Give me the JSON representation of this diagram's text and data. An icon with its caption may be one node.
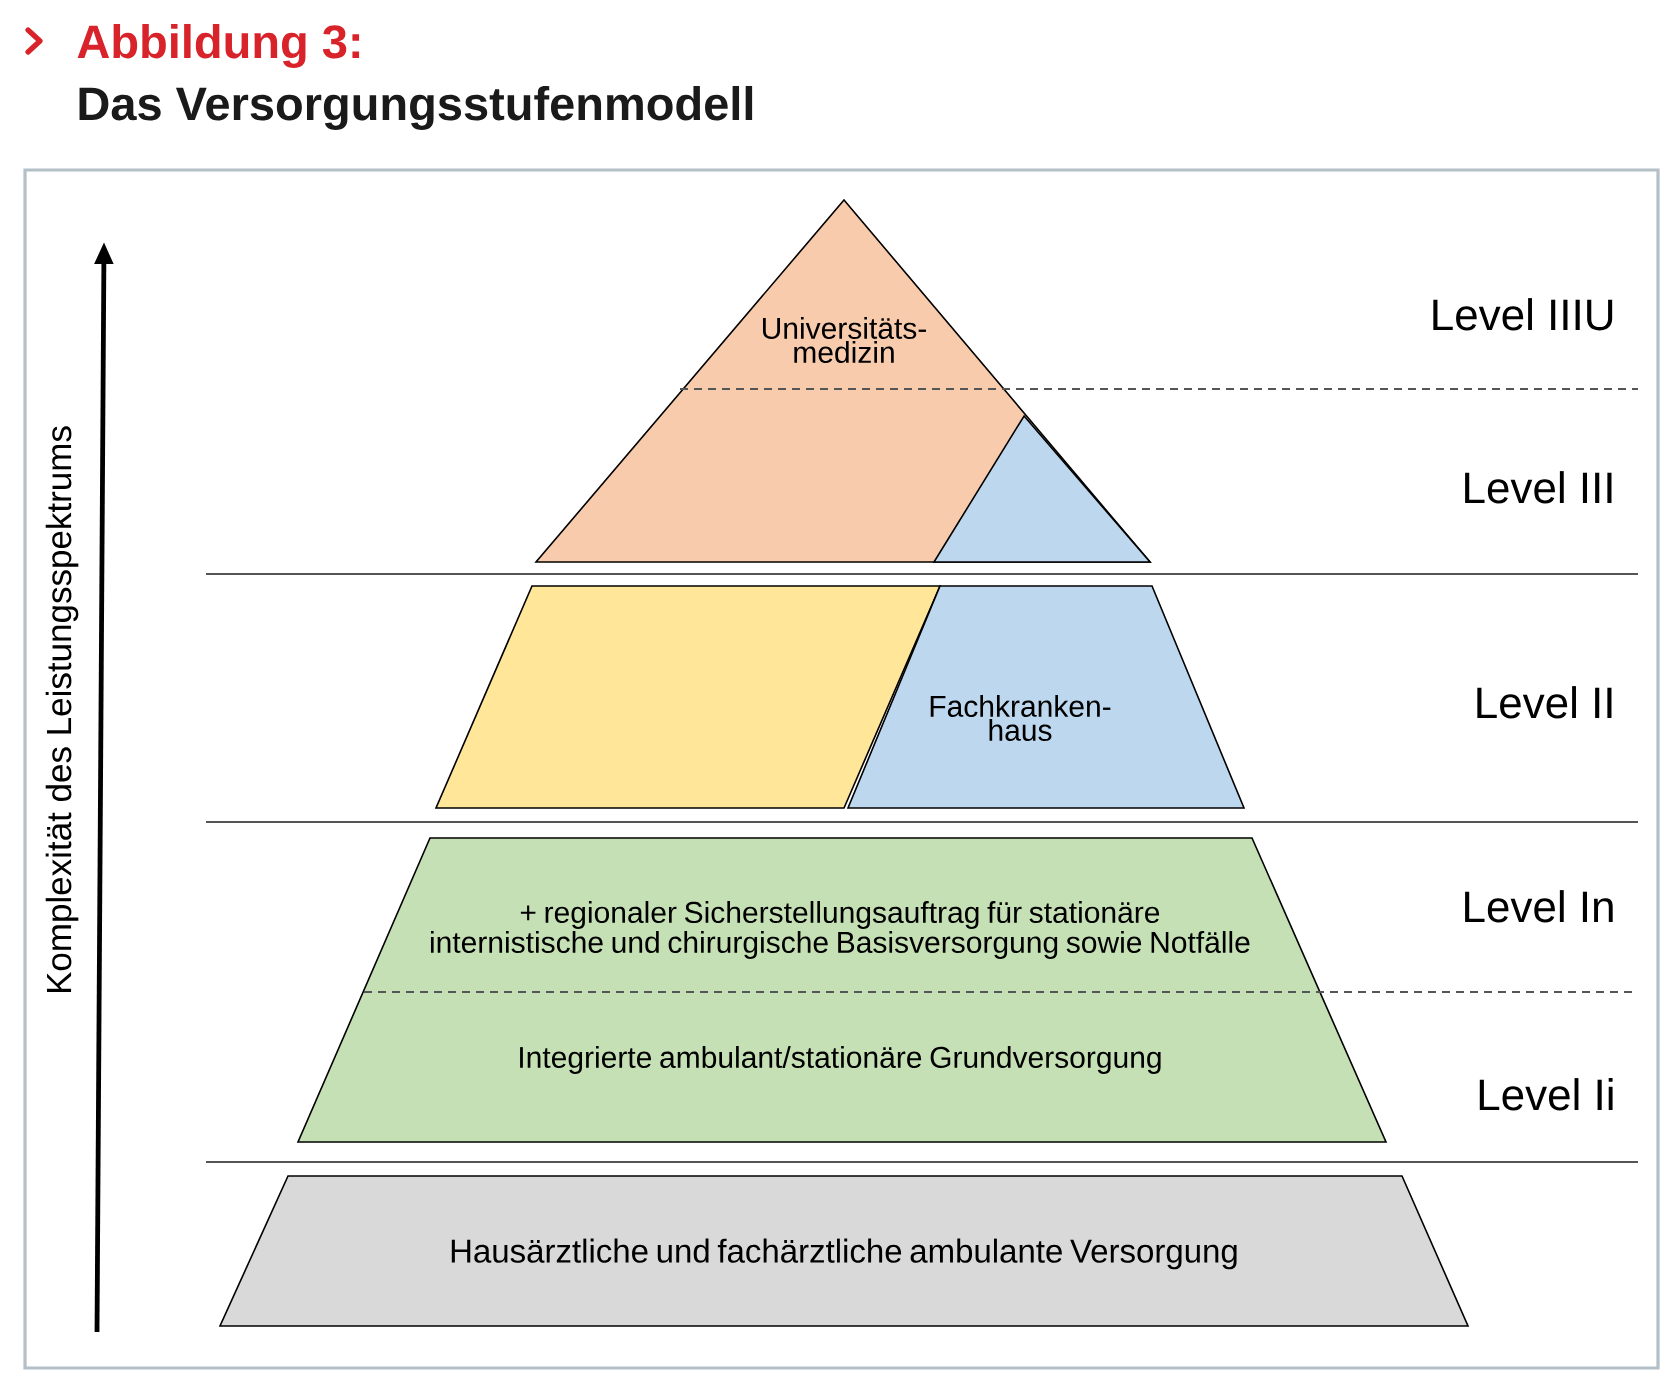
{
  "diagram": {
    "title": "Das Versorgungsstufenmodell",
    "nodes": [
      {
        "text": [
          "Universitäts- medizin"
        ]
      },
      {
        "text": [],
        "shape": "triangle",
        "in": 0
      },
      {
        "text": [],
        "shape": "parallelogram"
      },
      {
        "text": [
          "Fachkranken- haus"
        ]
      },
      {
        "text": [
          "+ regionaler Sicherstellungsauftrag für stationäre internistische und chirurgische Basisversorgung sowie Notfälle",
          "Integrierte ambulant/stationäre Grundversorgung"
        ]
      },
      {
        "text": [
          "Hausärztliche und fachärztliche ambulante Versorgung"
        ]
      }
    ],
    "labels": [
      "Abbildung 3:",
      "Komplexität des Leistungsspektrums",
      "Level IIIU",
      "Level III",
      "Level II",
      "Level In",
      "Level Ii"
    ]
  }
}
